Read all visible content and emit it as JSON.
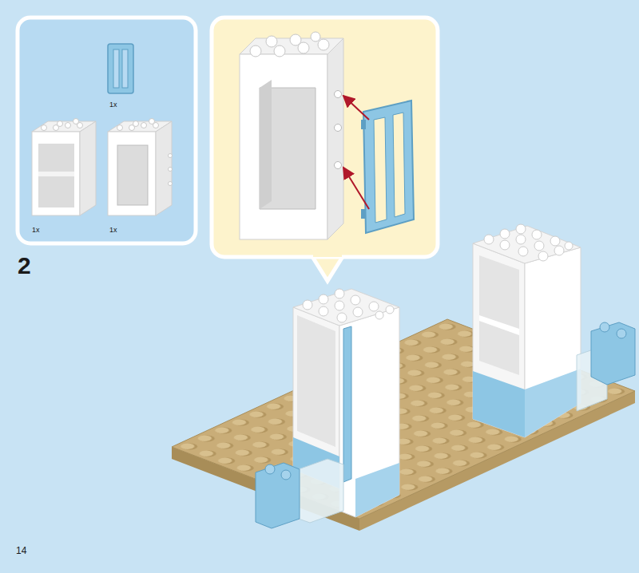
{
  "diagram": {
    "labels": [
      "1x",
      "1x",
      "1x",
      "2",
      "14"
    ]
  }
}
